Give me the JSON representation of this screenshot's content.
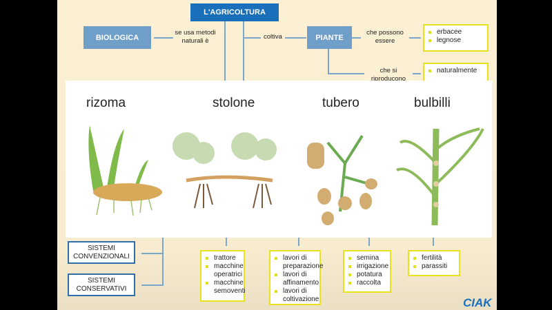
{
  "map": {
    "root": "L'AGRICOLTURA",
    "biologica": "BIOLOGICA",
    "biologica_link": [
      "se usa metodi",
      "naturali è"
    ],
    "coltiva": "coltiva",
    "piante": "PIANTE",
    "possono": [
      "che possono",
      "essere"
    ],
    "tipi": [
      "erbacee",
      "legnose"
    ],
    "riproducono": [
      "che si",
      "riproducono"
    ],
    "riproduzione": [
      "naturalmente"
    ],
    "sistemi": [
      [
        "SISTEMI",
        "CONVENZIONALI"
      ],
      [
        "SISTEMI",
        "CONSERVATIVI"
      ]
    ],
    "boxes": [
      [
        "trattore",
        "macchine operatrici",
        "macchine semoventi"
      ],
      [
        "lavori di preparazione",
        "lavori di affinamento",
        "lavori di coltivazione"
      ],
      [
        "semina",
        "irrigazione",
        "potatura",
        "raccolta"
      ],
      [
        "fertilità",
        "parassiti"
      ]
    ]
  },
  "overlay": {
    "titles": [
      "rizoma",
      "stolone",
      "tubero",
      "bulbilli"
    ]
  },
  "logo": "CIAK",
  "colors": {
    "blue": "#6f9fc8",
    "dark_blue": "#1a6fba",
    "yellow": "#e8e21c",
    "cream": "#fcf0d4"
  }
}
